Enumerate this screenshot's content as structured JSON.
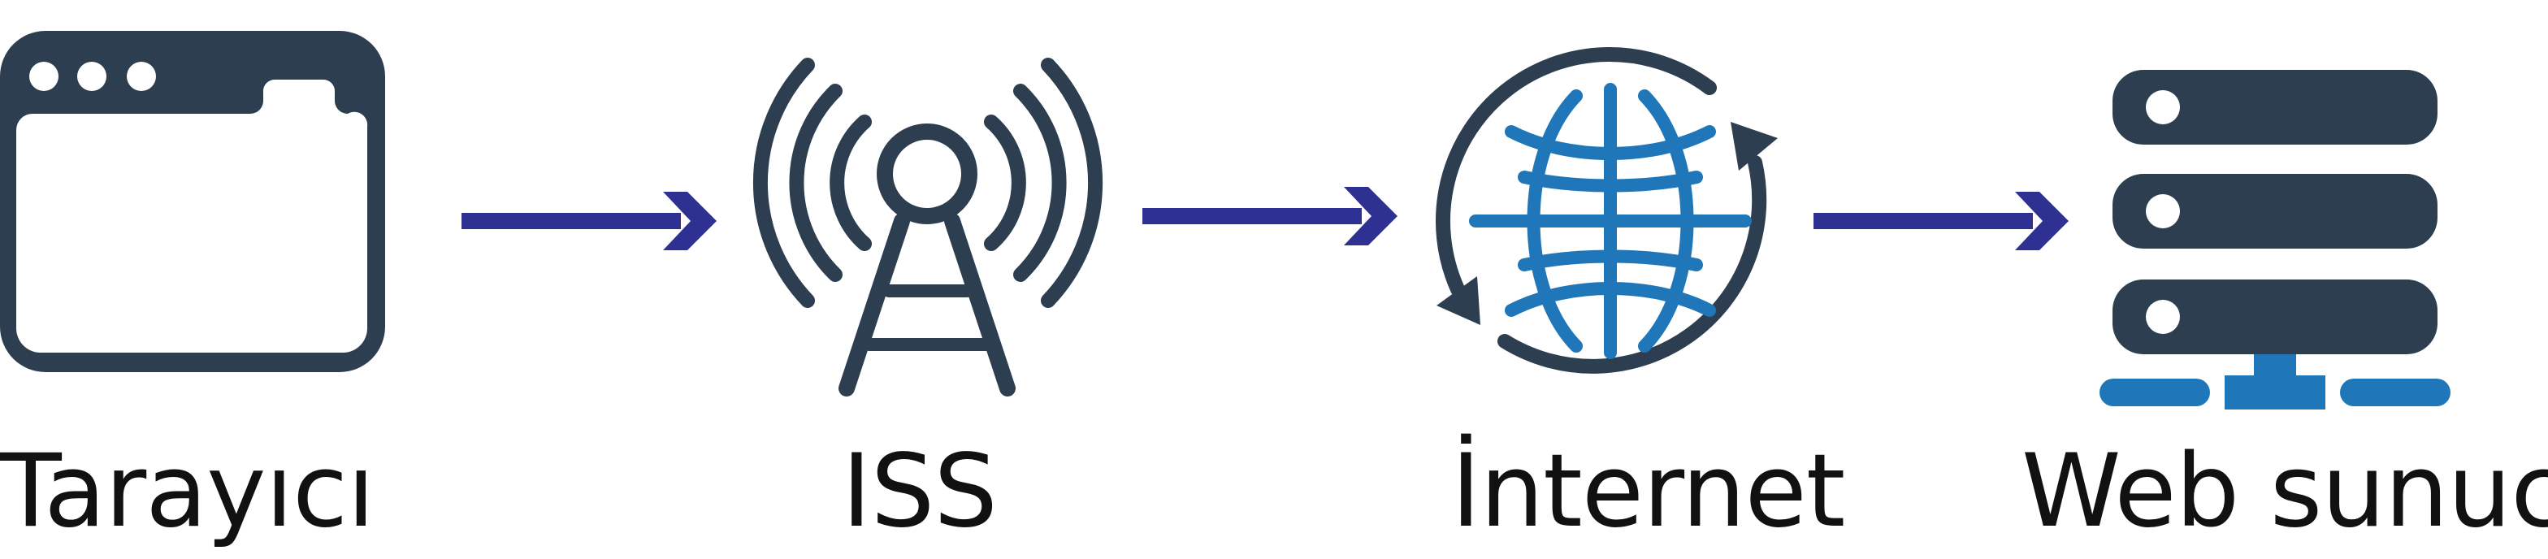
{
  "nodes": [
    {
      "id": "browser",
      "label": "Tarayıcı",
      "icon": "browser-window-icon"
    },
    {
      "id": "isp",
      "label": "ISS",
      "icon": "radio-tower-icon"
    },
    {
      "id": "internet",
      "label": "İnternet",
      "icon": "globe-sync-icon"
    },
    {
      "id": "webserver",
      "label": "Web sunucu",
      "icon": "server-rack-icon"
    }
  ],
  "edges": [
    {
      "from": "browser",
      "to": "isp"
    },
    {
      "from": "isp",
      "to": "internet"
    },
    {
      "from": "internet",
      "to": "webserver"
    }
  ],
  "colors": {
    "icon_dark": "#2d3e50",
    "icon_blue": "#1f77b9",
    "arrow": "#2e3192",
    "text": "#111111"
  }
}
